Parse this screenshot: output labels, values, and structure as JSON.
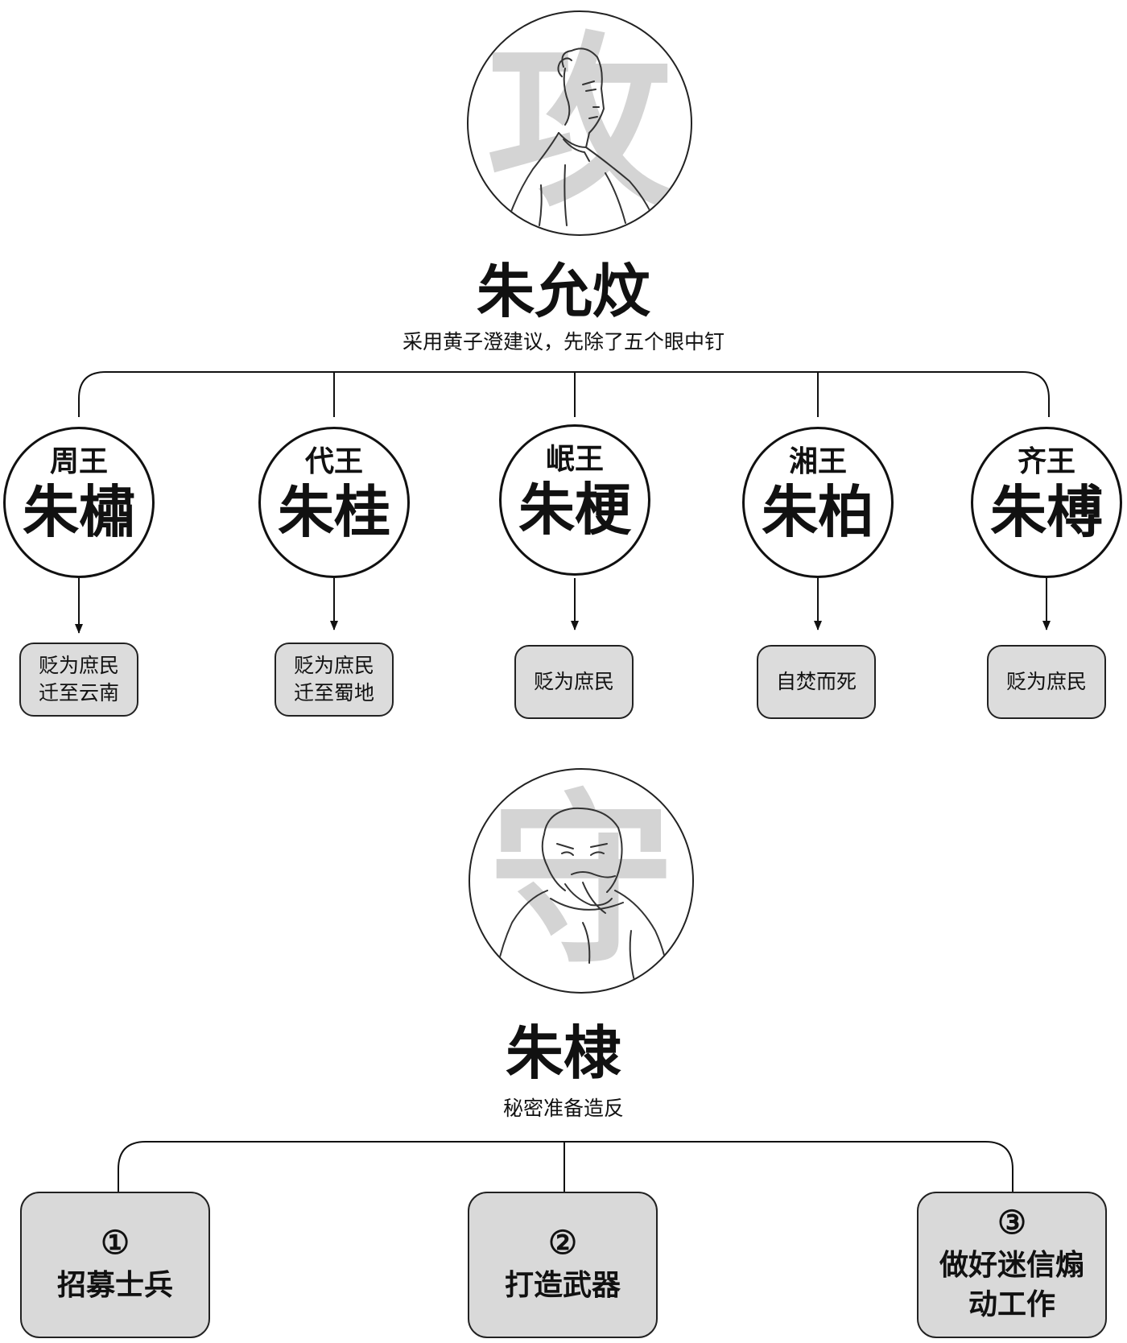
{
  "top": {
    "portrait_glyph": "攻",
    "name": "朱允炆",
    "subtitle": "采用黄子澄建议，先除了五个眼中钉",
    "princes": [
      {
        "title": "周王",
        "name": "朱橚",
        "fate": "贬为庶民\n迁至云南"
      },
      {
        "title": "代王",
        "name": "朱桂",
        "fate": "贬为庶民\n迁至蜀地"
      },
      {
        "title": "岷王",
        "name": "朱梗",
        "fate": "贬为庶民"
      },
      {
        "title": "湘王",
        "name": "朱柏",
        "fate": "自焚而死"
      },
      {
        "title": "齐王",
        "name": "朱榑",
        "fate": "贬为庶民"
      }
    ]
  },
  "bottom": {
    "portrait_glyph": "守",
    "name": "朱棣",
    "subtitle": "秘密准备造反",
    "steps": [
      {
        "num": "①",
        "text": "招募士兵"
      },
      {
        "num": "②",
        "text": "打造武器"
      },
      {
        "num": "③",
        "text": "做好迷信煽\n动工作"
      }
    ]
  }
}
